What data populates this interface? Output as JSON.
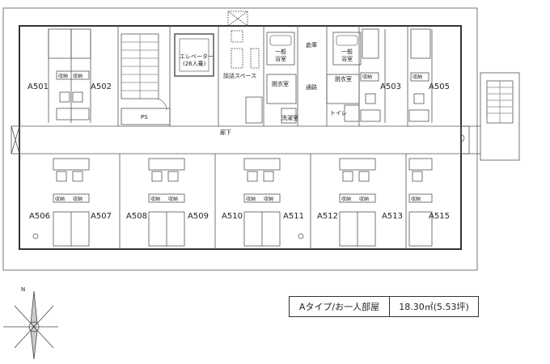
{
  "rooms": {
    "a501": "A501",
    "a502": "A502",
    "a503": "A503",
    "a505": "A505",
    "a506": "A506",
    "a507": "A507",
    "a508": "A508",
    "a509": "A509",
    "a510": "A510",
    "a511": "A511",
    "a512": "A512",
    "a513": "A513",
    "a515": "A515"
  },
  "spaces": {
    "corridor": "廊下",
    "elevator_line1": "エレベーター",
    "elevator_line2": "(26人乗)",
    "chat_space": "談話スペース",
    "storage": "倉庫",
    "bath_left_line1": "一般",
    "bath_left_line2": "浴室",
    "bath_right_line1": "一般",
    "bath_right_line2": "浴室",
    "dressing_left": "脱衣室",
    "dressing_right": "脱衣室",
    "passage": "通路",
    "toilet": "トイレ",
    "laundry": "洗濯室",
    "ps": "PS",
    "closet": "収納"
  },
  "compass": {
    "north": "N"
  },
  "legend": {
    "type_label": "Aタイプ/お一人部屋",
    "area_label": "18.30㎡(5.53坪)"
  }
}
